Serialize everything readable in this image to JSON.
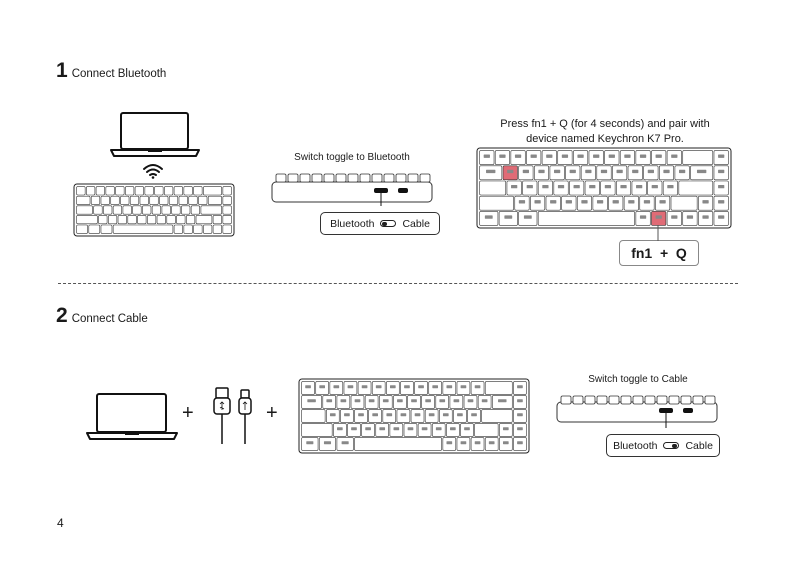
{
  "steps": [
    {
      "number": "1",
      "title": "Connect Bluetooth"
    },
    {
      "number": "2",
      "title": "Connect Cable"
    }
  ],
  "bluetooth": {
    "switch_caption": "Switch toggle to Bluetooth",
    "pair_caption_line1": "Press fn1 + Q (for 4 seconds) and pair with",
    "pair_caption_line2": "device named Keychron K7 Pro.",
    "toggle_left": "Bluetooth",
    "toggle_right": "Cable",
    "combo": "fn1  +  Q"
  },
  "cable": {
    "switch_caption": "Switch toggle to Cable",
    "toggle_left": "Bluetooth",
    "toggle_right": "Cable",
    "plus": "+"
  },
  "icons": {
    "laptop": "laptop-icon",
    "wifi": "wifi-icon",
    "usb": "usb-cable-icon"
  },
  "colors": {
    "highlight": "#e06b76"
  },
  "page_number": "4"
}
